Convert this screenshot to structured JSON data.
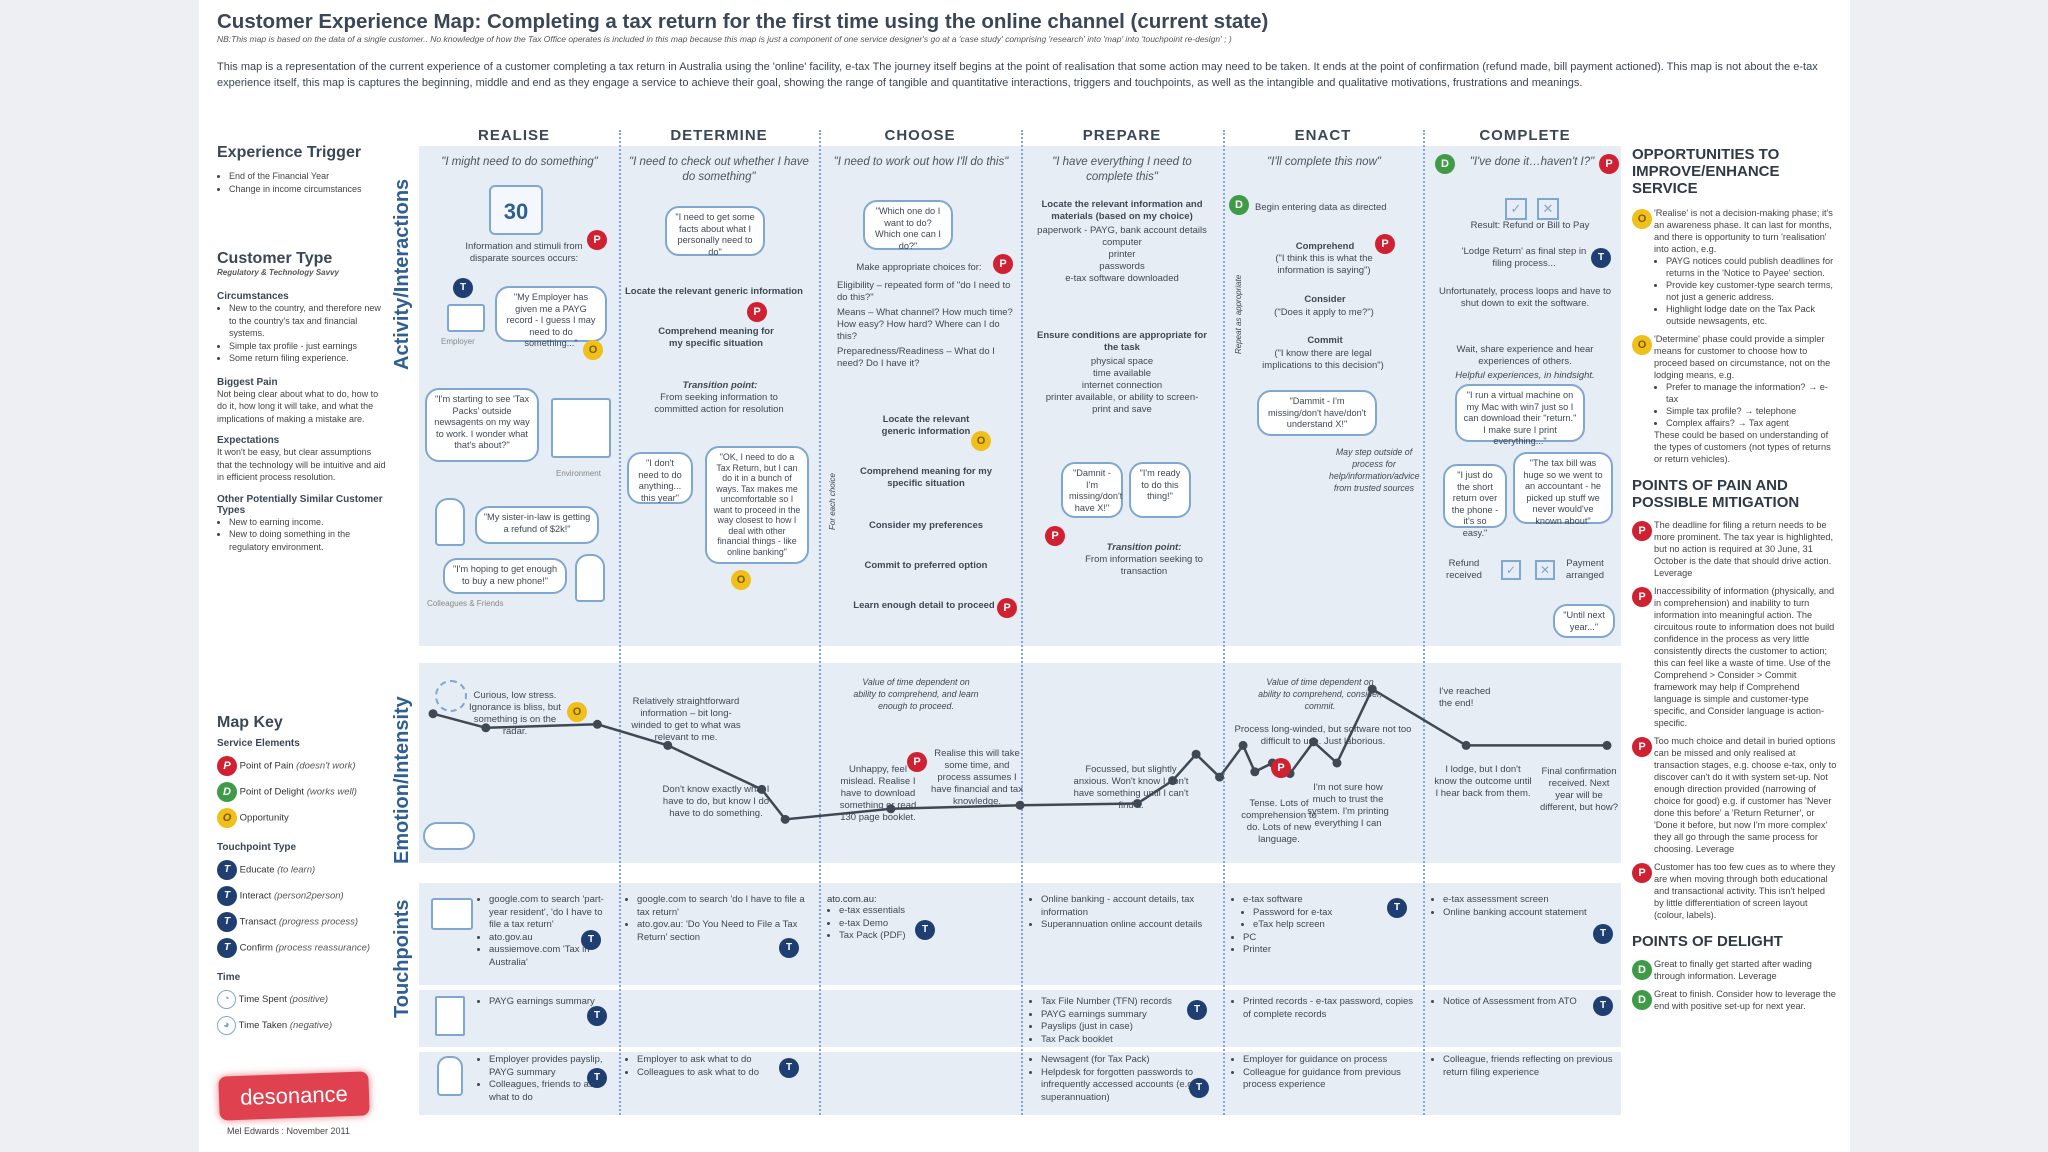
{
  "title": "Customer Experience Map: Completing a tax return for the first time using the online channel (current state)",
  "note": "NB:This map is based on the data of a single customer.. No knowledge of how the Tax Office operates is included in this map because this map is just a component of one service designer's go at a 'case study' comprising 'research' into 'map' into 'touchpoint re-design'  ; )",
  "intro": "This map is a representation of the current experience of a customer completing a tax return in Australia using the 'online' facility, e-tax The journey itself begins at the point of realisation that some action may need to be taken. It ends at the point of confirmation (refund made, bill payment actioned).  This map is not about the e-tax experience itself, this map is captures the beginning, middle and end as they engage a service to achieve their goal, showing the range of tangible and quantitative interactions, triggers and touchpoints, as well as the intangible and qualitative motivations, frustrations and meanings.",
  "phases": [
    {
      "name": "REALISE",
      "quote": "\"I might need to do something\""
    },
    {
      "name": "DETERMINE",
      "quote": "\"I need to check out whether I have do something\""
    },
    {
      "name": "CHOOSE",
      "quote": "\"I need to work out how I'll do this\""
    },
    {
      "name": "PREPARE",
      "quote": "\"I have everything I need to complete this\""
    },
    {
      "name": "ENACT",
      "quote": "\"I'll complete this now\""
    },
    {
      "name": "COMPLETE",
      "quote": "\"I've done it…haven't I?\""
    }
  ],
  "row_labels": {
    "activity": "Activity/Interactions",
    "emotion": "Emotion/Intensity",
    "touchpoints": "Touchpoints"
  },
  "left": {
    "trigger_title": "Experience Trigger",
    "triggers": [
      "End of the Financial Year",
      "Change in income circumstances"
    ],
    "customer_type_title": "Customer Type",
    "customer_type_sub": "Regulatory & Technology Savvy",
    "circumstances_title": "Circumstances",
    "circumstances": [
      "New to the country, and therefore new to the country's tax and financial systems.",
      "Simple tax profile - just earnings",
      "Some return filing experience."
    ],
    "pain_title": "Biggest Pain",
    "pain": "Not being clear about what to do, how to do it, how long it will take, and what the implications of making a mistake are.",
    "expectations_title": "Expectations",
    "expectations": "It won't be easy, but clear assumptions that the technology will be intuitive and aid in efficient process resolution.",
    "other_title": "Other Potentially Similar Customer Types",
    "other": [
      "New to earning income.",
      "New to doing something in the regulatory environment."
    ]
  },
  "key": {
    "title": "Map Key",
    "service_title": "Service Elements",
    "service": [
      {
        "icon": "P",
        "label": "Point of Pain",
        "hint": "(doesn't work)"
      },
      {
        "icon": "D",
        "label": "Point of Delight",
        "hint": "(works well)"
      },
      {
        "icon": "O",
        "label": "Opportunity",
        "hint": ""
      }
    ],
    "touchpoint_title": "Touchpoint Type",
    "touchpoint": [
      {
        "icon": "T",
        "label": "Educate",
        "hint": "(to learn)"
      },
      {
        "icon": "T",
        "label": "Interact",
        "hint": "(person2person)"
      },
      {
        "icon": "T",
        "label": "Transact",
        "hint": "(progress process)"
      },
      {
        "icon": "T",
        "label": "Confirm",
        "hint": "(process reassurance)"
      }
    ],
    "time_title": "Time",
    "time": [
      {
        "label": "Time Spent",
        "hint": "(positive)"
      },
      {
        "label": "Time Taken",
        "hint": "(negative)"
      }
    ],
    "logo": "desonance",
    "credit": "Mel Edwards : November 2011"
  },
  "realise": {
    "calendar": "30",
    "info": "Information and stimuli from disparate sources occurs:",
    "employer_label": "Employer",
    "b1": "\"My Employer has given me a PAYG record - I guess I may need to do something...\"",
    "b2": "\"I'm starting to see 'Tax Packs' outside newsagents on my way to work. I wonder what that's about?\"",
    "environment_label": "Environment",
    "b3": "\"My sister-in-law is getting a refund of $2k!\"",
    "b4": "\"I'm hoping to get enough to buy a new phone!\"",
    "colleagues_label": "Colleagues & Friends"
  },
  "determine": {
    "b1": "\"I need to get some facts about what I personally need to do\"",
    "s1": "Locate the relevant generic information",
    "s2": "Comprehend meaning for my specific situation",
    "transition": "Transition point:",
    "transition_text": "From seeking information to committed action for resolution",
    "b2": "\"I don't need to do anything... this year\"",
    "b3": "\"OK, I need to do a Tax Return, but I can do it in a bunch of ways. Tax makes me uncomfortable so I want to proceed in the way closest to how I deal with other financial things - like online banking\""
  },
  "choose": {
    "b1": "\"Which one do I want to do? Which one can I do?\"",
    "intro": "Make appropriate choices for:",
    "choices": [
      "Eligibility – repeated form of \"do I need to do this?\"",
      "Means – What channel? How much time? How easy? How hard? Where can I do this?",
      "Preparedness/Readiness – What do I need? Do I have it?"
    ],
    "side": "For each choice",
    "s1": "Locate the relevant generic information",
    "s2": "Comprehend meaning for my specific situation",
    "s3": "Consider my preferences",
    "s4": "Commit to preferred option",
    "s5": "Learn enough detail to proceed"
  },
  "prepare": {
    "locate": "Locate the relevant information and materials (based on my choice)",
    "materials": [
      "paperwork - PAYG, bank account details",
      "computer",
      "printer",
      "passwords",
      "e-tax software downloaded"
    ],
    "ensure": "Ensure conditions are appropriate for the task",
    "conditions": [
      "physical space",
      "time available",
      "internet connection",
      "printer available, or ability to screen-print and save"
    ],
    "b1": "\"Damnit - I'm missing/don't have X!\"",
    "b2": "\"I'm ready to do this thing!\"",
    "transition": "Transition point:",
    "transition_text": "From information seeking to transaction"
  },
  "enact": {
    "begin": "Begin entering data as directed",
    "side": "Repeat as appropriate",
    "s1": "Comprehend",
    "s1q": "(\"I think this is what the information is saying\")",
    "s2": "Consider",
    "s2q": "(\"Does it apply to me?\")",
    "s3": "Commit",
    "s3q": "(\"I know there are legal implications to this decision\")",
    "b1": "\"Dammit - I'm missing/don't have/don't understand X!\"",
    "help": "May step outside of process for help/information/advice from trusted sources"
  },
  "complete": {
    "result": "Result: Refund or Bill to Pay",
    "lodge": "'Lodge Return' as final step in filing process...",
    "loops": "Unfortunately, process loops and have to shut down to exit the software.",
    "wait": "Wait, share experience and hear experiences of others.",
    "helpful": "Helpful experiences, in hindsight.",
    "b1": "\"I run a virtual machine on my Mac with win7 just so I can download their \"return.\" I make sure I print everything...\"",
    "b2": "\"I just do the short return over the phone - it's so easy.\"",
    "b3": "\"The tax bill was huge so we went to an accountant - he picked up stuff we never would've known about\"",
    "refund": "Refund received",
    "payment": "Payment arranged",
    "b4": "\"Until next year...\""
  },
  "emotion": {
    "realise_note": "Curious, low stress. Ignorance is bliss, but something is on the radar.",
    "determine_note1": "Relatively straightforward information – bit long-winded to get to what was relevant to me.",
    "determine_note2": "Don't know exactly what I have to do, but know I do have to do something.",
    "choose_time": "Value of time dependent on ability to comprehend, and learn enough to proceed.",
    "choose_note1": "Unhappy, feel mislead. Realise I have to download something or read 130 page booklet.",
    "choose_note2": "Realise this will take some time, and process assumes I have financial and tax knowledge.",
    "prepare_note": "Focussed, but slightly anxious. Won't know I don't have something until I can't find it.",
    "enact_time": "Value of time dependent on ability to comprehend, consider, commit.",
    "enact_note1": "Process long-winded, but software not too difficult to use. Just laborious.",
    "enact_note2": "Tense. Lots of comprehension to do. Lots of new language.",
    "enact_note3": "I'm not sure how much to trust the system. I'm printing everything I can",
    "complete_note1": "I've reached the end!",
    "complete_note2": "I lodge, but I don't know the outcome until I hear back from them.",
    "complete_note3": "Final confirmation received. Next year will be different, but how?"
  },
  "emotion_curve": [
    {
      "x": 0.0,
      "v": 0.78
    },
    {
      "x": 0.045,
      "v": 0.7
    },
    {
      "x": 0.14,
      "v": 0.72
    },
    {
      "x": 0.2,
      "v": 0.6
    },
    {
      "x": 0.28,
      "v": 0.35
    },
    {
      "x": 0.3,
      "v": 0.18
    },
    {
      "x": 0.39,
      "v": 0.24
    },
    {
      "x": 0.5,
      "v": 0.26
    },
    {
      "x": 0.6,
      "v": 0.27
    },
    {
      "x": 0.63,
      "v": 0.4
    },
    {
      "x": 0.65,
      "v": 0.55
    },
    {
      "x": 0.67,
      "v": 0.42
    },
    {
      "x": 0.69,
      "v": 0.6
    },
    {
      "x": 0.7,
      "v": 0.45
    },
    {
      "x": 0.715,
      "v": 0.5
    },
    {
      "x": 0.73,
      "v": 0.44
    },
    {
      "x": 0.75,
      "v": 0.62
    },
    {
      "x": 0.77,
      "v": 0.5
    },
    {
      "x": 0.8,
      "v": 0.92
    },
    {
      "x": 0.88,
      "v": 0.6
    },
    {
      "x": 1.0,
      "v": 0.6
    }
  ],
  "touchpoints": {
    "digital": [
      [
        "google.com to search 'part-year resident', 'do I have to file a tax return'",
        "ato.gov.au",
        "aussiemove.com 'Tax in Australia'"
      ],
      [
        "google.com to search 'do I have to file a tax return'",
        "ato.gov.au: 'Do You Need to File a Tax Return' section"
      ],
      [
        "ato.com.au:",
        "e-tax essentials",
        "e-tax Demo",
        "Tax Pack (PDF)"
      ],
      [
        "Online banking - account details, tax information",
        "Superannuation online account details"
      ],
      [
        "e-tax software",
        "Password for e-tax",
        "eTax help screen",
        "PC",
        "Printer"
      ],
      [
        "e-tax assessment screen",
        "Online banking account statement"
      ]
    ],
    "paper": [
      [
        "PAYG earnings summary"
      ],
      [],
      [],
      [
        "Tax File Number (TFN) records",
        "PAYG earnings summary",
        "Payslips (just in case)",
        "Tax Pack booklet"
      ],
      [
        "Printed records - e-tax password, copies of complete records"
      ],
      [
        "Notice of Assessment from ATO"
      ]
    ],
    "people": [
      [
        "Employer provides payslip, PAYG summary",
        "Colleagues, friends to ask what to do"
      ],
      [
        "Employer to ask what to do",
        "Colleagues to ask what to do"
      ],
      [],
      [
        "Newsagent (for Tax Pack)",
        "Helpdesk for forgotten passwords to infrequently accessed accounts (e.g. superannuation)"
      ],
      [
        "Employer for guidance on process",
        "Colleague for guidance from previous process experience"
      ],
      [
        "Colleague, friends reflecting on previous return filing experience"
      ]
    ]
  },
  "right": {
    "opp_title": "OPPORTUNITIES TO IMPROVE/ENHANCE SERVICE",
    "opp1": "'Realise' is not a decision-making phase; it's an awareness phase. It can last for months, and there is opportunity to turn 'realisation' into action, e.g.",
    "opp1_list": [
      "PAYG notices could publish deadlines for returns in the 'Notice to Payee' section.",
      "Provide key customer-type search terms, not just a generic address.",
      "Highlight lodge date on the Tax Pack outside newsagents, etc."
    ],
    "opp2": "'Determine' phase could provide a simpler means for customer to choose how to proceed based on circumstance, not on the lodging means, e.g.",
    "opp2_list": [
      "Prefer to manage the information? → e-tax",
      "Simple tax profile? → telephone",
      "Complex affairs? → Tax agent"
    ],
    "opp3": "These could be based on understanding of the types of customers (not types of returns or return vehicles).",
    "pain_title": "POINTS OF PAIN AND POSSIBLE MITIGATION",
    "pain1": "The deadline for filing a return needs to be more prominent. The tax year is highlighted, but no action is required at 30 June, 31 October is the date that should drive action. Leverage",
    "pain2": "Inaccessibility of information (physically, and in comprehension) and inability to turn information into meaningful action. The circuitous route to information does not build confidence in the process as very little consistently directs the customer to action; this can feel like a waste of time. Use of the Comprehend > Consider > Commit framework may help if Comprehend language is simple and customer-type specific, and Consider language is action-specific.",
    "pain3": "Too much choice and detail in buried options can be missed and only realised at transaction stages, e.g. choose e-tax, only to discover can't do it with system set-up. Not enough direction provided (narrowing of choice for good) e.g. if customer has 'Never done this before' a 'Return Returner', or 'Done it before, but now I'm more complex' they all go through the same process for choosing. Leverage",
    "pain4": "Customer has too few cues as to where they are when moving through both educational and transactional activity. This isn't helped by little differentiation of screen layout (colour, labels).",
    "delight_title": "POINTS OF DELIGHT",
    "delight1": "Great to finally get started after wading through information. Leverage",
    "delight2": "Great to finish. Consider how to leverage the end with positive set-up for next year."
  }
}
